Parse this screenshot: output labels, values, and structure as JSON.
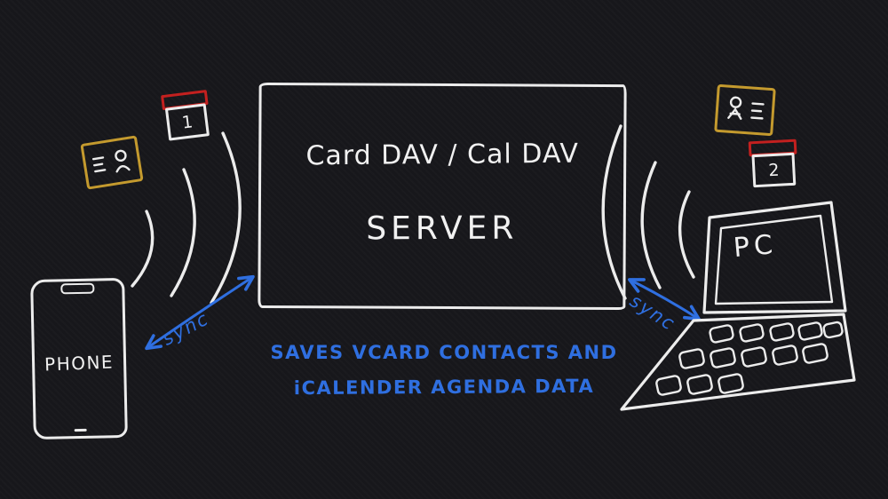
{
  "diagram": {
    "server_line1": "Card DAV / Cal DAV",
    "server_line2": "SERVER",
    "phone_label": "PHONE",
    "pc_label": "PC",
    "sync_left": "sync",
    "sync_right": "sync",
    "caption_line1": "SAVES VCARD CONTACTS AND",
    "caption_line2": "iCALENDER AGENDA DATA",
    "calendar_left_number": "1",
    "calendar_right_number": "2"
  },
  "colors": {
    "background": "#17171b",
    "ink": "#ececec",
    "accent_blue": "#2f6fe0",
    "calendar_red": "#c3201f",
    "contact_gold": "#c49a2e"
  },
  "icons": {
    "left_device": "phone-icon",
    "right_device": "laptop-icon",
    "left_waves": "signal-waves-icon",
    "right_waves": "signal-waves-icon",
    "left_card": "contact-card-icon",
    "right_card": "contact-card-icon",
    "left_calendar": "calendar-icon",
    "right_calendar": "calendar-icon",
    "arrows": "double-headed-arrow-icon"
  }
}
